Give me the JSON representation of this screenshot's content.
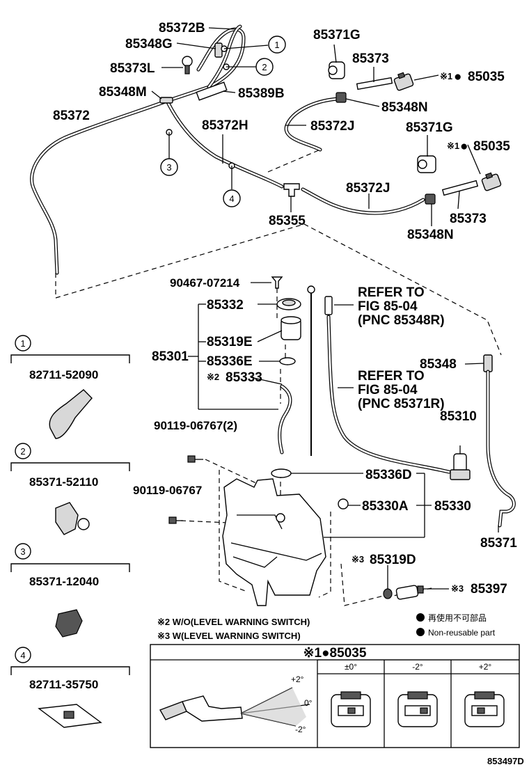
{
  "labels": {
    "p85372B": "85372B",
    "p85348G": "85348G",
    "p85373L": "85373L",
    "p85348M": "85348M",
    "p85389B": "85389B",
    "p85372": "85372",
    "p85372H": "85372H",
    "p85371G_top": "85371G",
    "p85373_top": "85373",
    "p85035_top": "85035",
    "p85348N_top": "85348N",
    "p85372J_top": "85372J",
    "p85371G_mid": "85371G",
    "p85035_mid": "85035",
    "p85372J_mid": "85372J",
    "p85355": "85355",
    "p85373_mid": "85373",
    "p85348N_mid": "85348N",
    "p90467": "90467-07214",
    "p85332": "85332",
    "p85319E": "85319E",
    "p85301": "85301",
    "p85336E": "85336E",
    "p85333": "85333",
    "p90119_2": "90119-06767(2)",
    "p90119": "90119-06767",
    "p85336D": "85336D",
    "p85330A": "85330A",
    "p85330": "85330",
    "p85348": "85348",
    "p85310": "85310",
    "p85371": "85371",
    "p85319D": "85319D",
    "p85397": "85397"
  },
  "marks": {
    "note1": "※1",
    "note2": "※2",
    "note3": "※3",
    "bullet": "●"
  },
  "refer": {
    "r1_line1": "REFER TO",
    "r1_line2": "FIG 85-04",
    "r1_line3": "(PNC 85348R)",
    "r2_line1": "REFER TO",
    "r2_line2": "FIG 85-04",
    "r2_line3": "(PNC 85371R)"
  },
  "callouts": [
    "1",
    "2",
    "3",
    "4"
  ],
  "sidebar": [
    {
      "num": "1",
      "part": "82711-52090"
    },
    {
      "num": "2",
      "part": "85371-52110"
    },
    {
      "num": "3",
      "part": "85371-12040"
    },
    {
      "num": "4",
      "part": "82711-35750"
    }
  ],
  "notes": {
    "n2": "※2 W/O(LEVEL WARNING SWITCH)",
    "n3": "※3 W(LEVEL WARNING SWITCH)",
    "legend_jp": "再使用不可部品",
    "legend_en": "Non-reusable part"
  },
  "angle_table": {
    "title": "※1●85035",
    "headers": [
      "±0°",
      "-2°",
      "+2°"
    ],
    "angle_top": "+2°",
    "angle_mid": "0°",
    "angle_bot": "-2°"
  },
  "figure_id": "853497D"
}
